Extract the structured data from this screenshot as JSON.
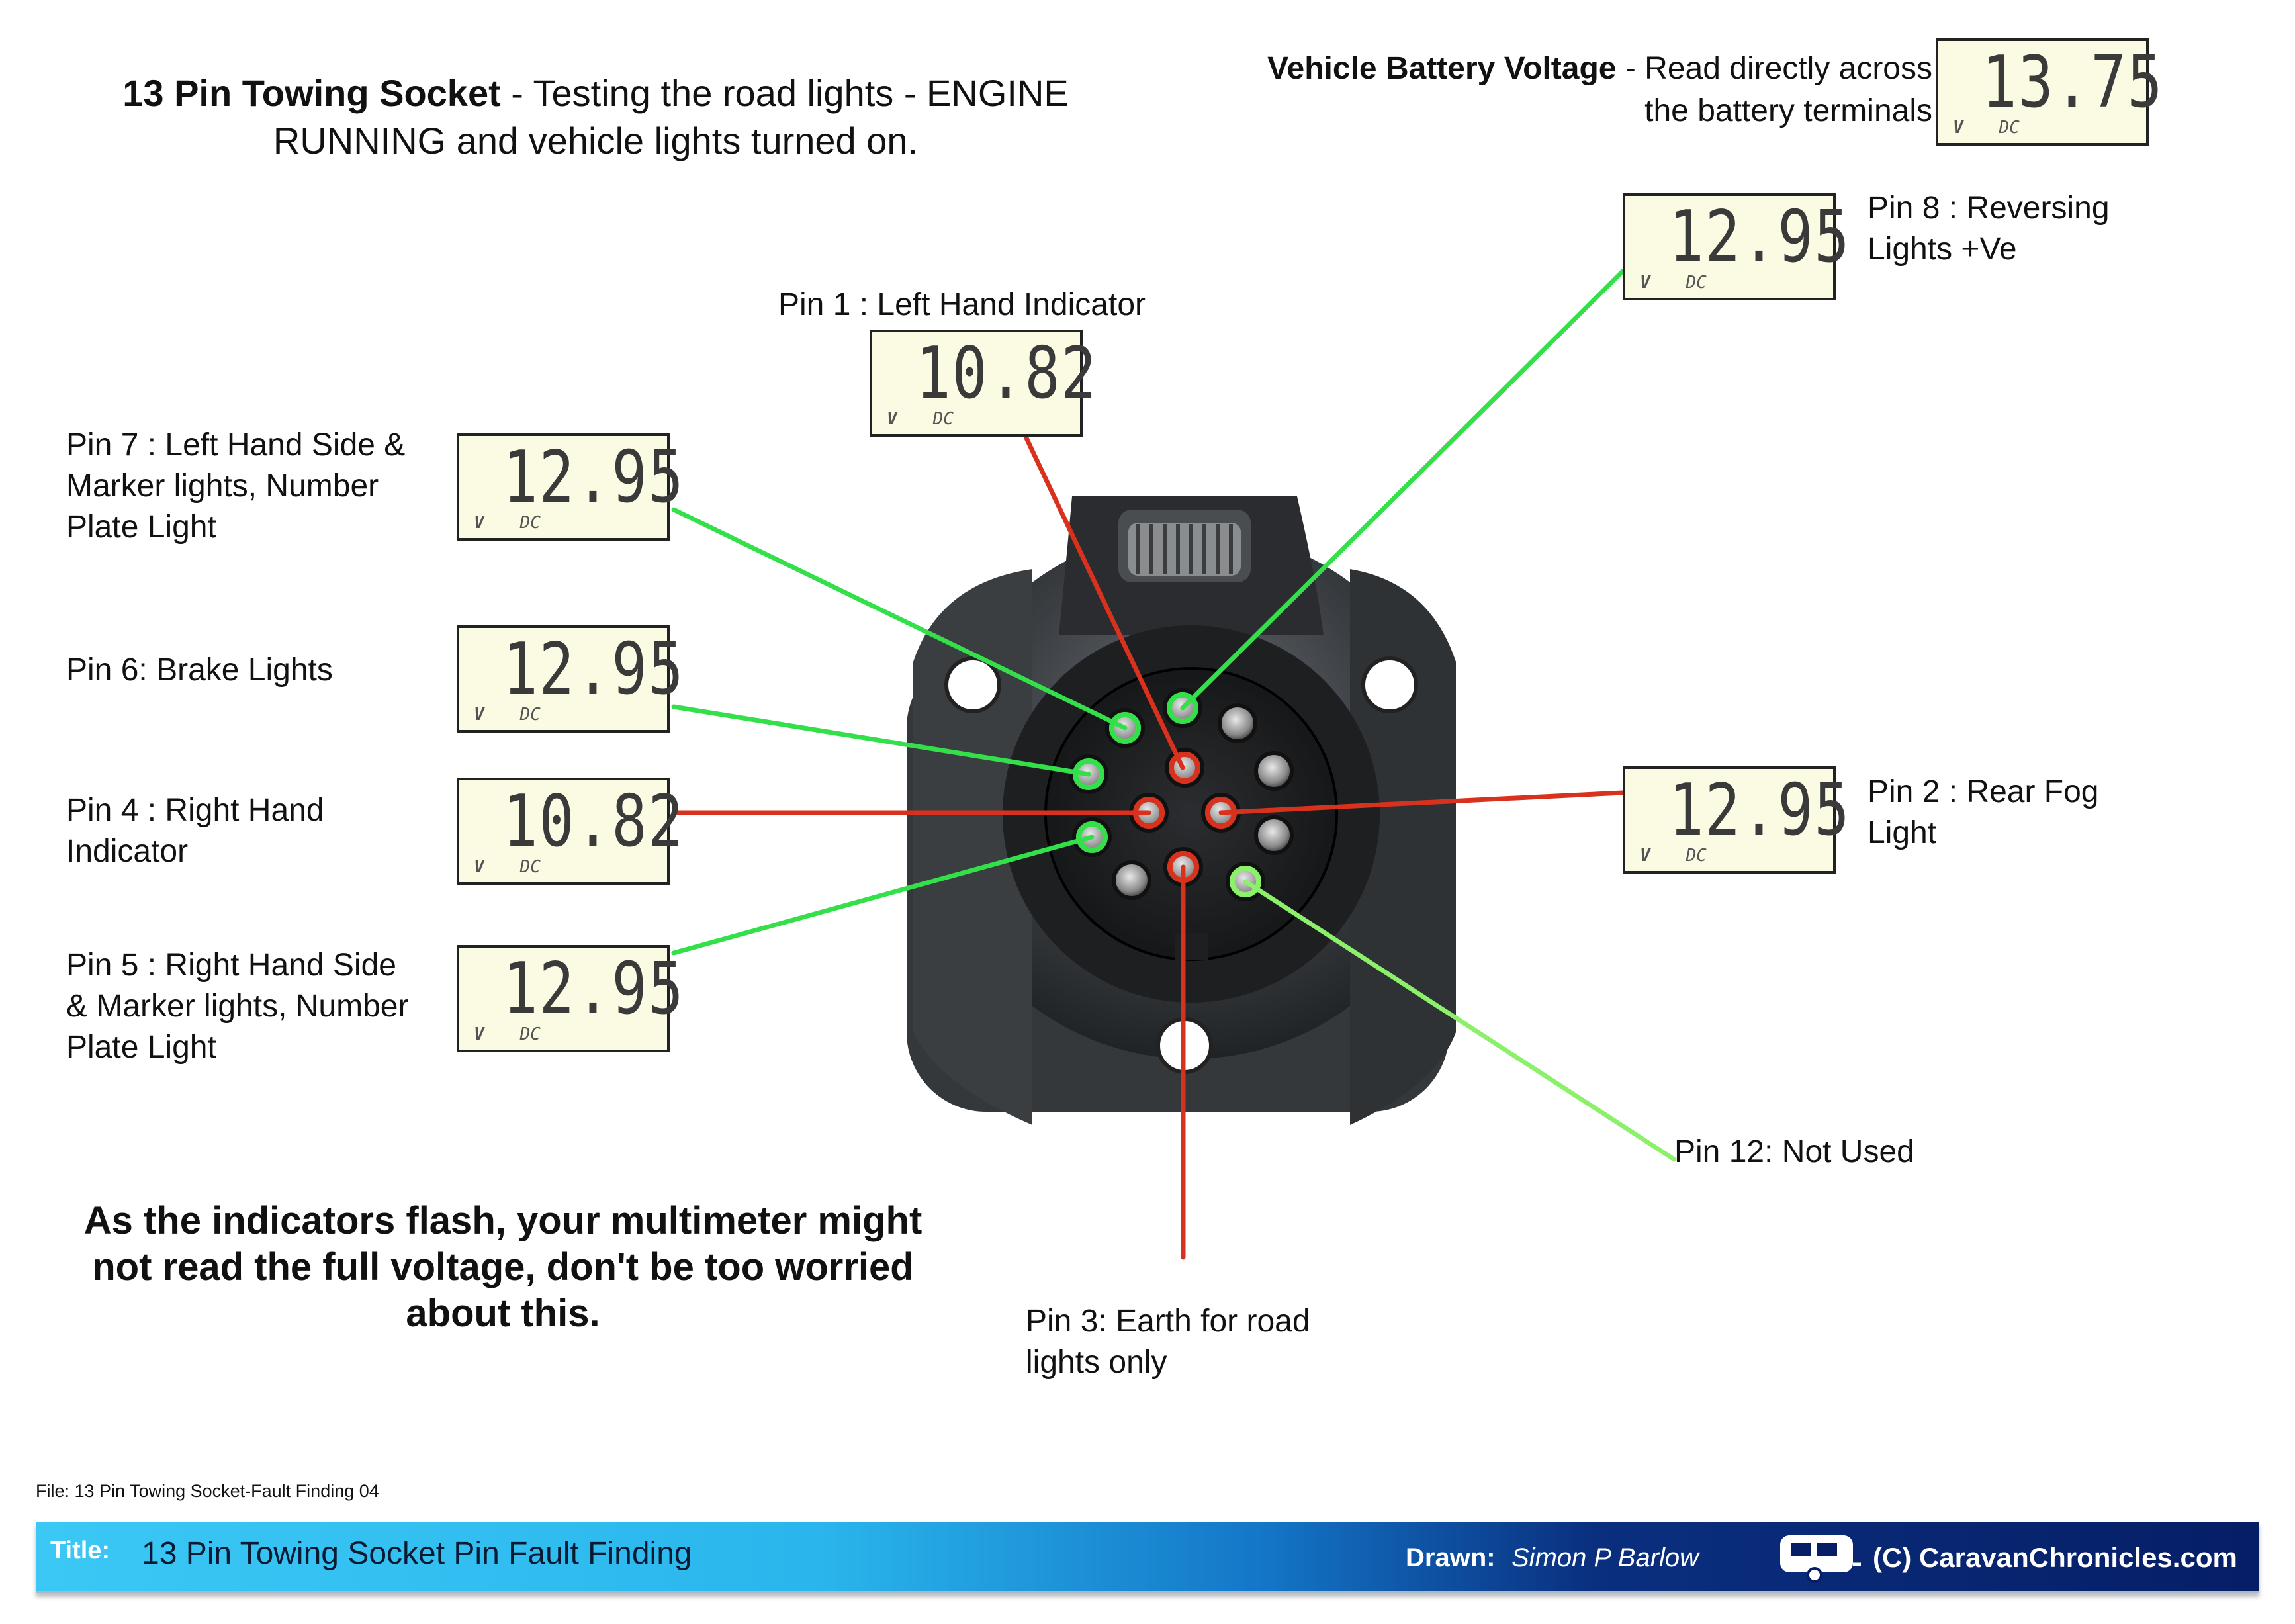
{
  "header": {
    "title_bold": "13 Pin Towing Socket",
    "title_rest": " - Testing the road lights - ENGINE RUNNING and vehicle lights turned on.",
    "battery_bold": "Vehicle Battery Voltage",
    "battery_rest": " - Read directly across the battery terminals"
  },
  "meters": {
    "battery": "13.75",
    "pin1": "10.82",
    "pin8": "12.95",
    "pin7": "12.95",
    "pin6": "12.95",
    "pin4": "10.82",
    "pin5": "12.95",
    "pin2": "12.95",
    "unit_v": "V",
    "unit_dc": "DC"
  },
  "labels": {
    "pin1": "Pin 1 : Left Hand Indicator",
    "pin8": "Pin 8 : Reversing Lights +Ve",
    "pin7": "Pin 7 : Left Hand Side & Marker lights, Number Plate Light",
    "pin6": "Pin 6: Brake Lights",
    "pin4": "Pin 4 : Right Hand Indicator",
    "pin5": "Pin 5 : Right Hand Side & Marker lights, Number Plate Light",
    "pin2": "Pin 2 : Rear Fog Light",
    "pin12": "Pin 12: Not Used",
    "pin3": "Pin 3: Earth for road lights only"
  },
  "note": "As the indicators flash, your multimeter might not read the full voltage, don't be too worried about this.",
  "file": "File: 13 Pin Towing Socket-Fault Finding 04",
  "footer": {
    "title_key": "Title:",
    "title": "13 Pin Towing Socket Pin Fault Finding",
    "drawn_key": "Drawn:",
    "drawn": "Simon P Barlow",
    "brand": "(C) CaravanChronicles.com"
  },
  "colors": {
    "live_green": "#33e04a",
    "live_red": "#d8321e",
    "unused_green": "#8cf06a",
    "footer_dark": "#061e66",
    "footer_light": "#3cc8f5"
  }
}
